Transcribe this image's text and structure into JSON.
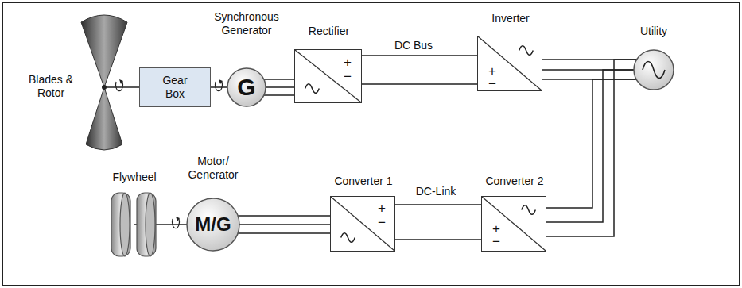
{
  "diagram": {
    "nodes": [
      {
        "text": [
          "Blades & Rotor"
        ]
      },
      {
        "text": [
          "Gear Box"
        ]
      },
      {
        "text": [
          "Synchronous Generator",
          "G"
        ]
      },
      {
        "text": [
          "Rectifier"
        ]
      },
      {
        "text": [
          "Inverter"
        ]
      },
      {
        "text": [
          "Utility"
        ]
      },
      {
        "text": [
          "Flywheel"
        ]
      },
      {
        "text": [
          "Motor/ Generator",
          "M/G"
        ]
      },
      {
        "text": [
          "Converter 1"
        ]
      },
      {
        "text": [
          "Converter 2"
        ]
      }
    ],
    "edges": [
      {
        "from": 0,
        "to": 1,
        "arrow": "none"
      },
      {
        "from": 1,
        "to": 2,
        "arrow": "none"
      },
      {
        "from": 2,
        "to": 3,
        "arrow": "none"
      },
      {
        "from": 3,
        "to": 4,
        "label": "DC Bus",
        "arrow": "none"
      },
      {
        "from": 4,
        "to": 5,
        "arrow": "none"
      },
      {
        "from": 6,
        "to": 7,
        "arrow": "none"
      },
      {
        "from": 7,
        "to": 8,
        "arrow": "none"
      },
      {
        "from": 8,
        "to": 9,
        "label": "DC-Link",
        "arrow": "none"
      },
      {
        "from": 9,
        "to": 5,
        "arrow": "none"
      }
    ],
    "labels": [
      "+",
      "−",
      "+",
      "−",
      "+",
      "−",
      "+",
      "−"
    ]
  }
}
